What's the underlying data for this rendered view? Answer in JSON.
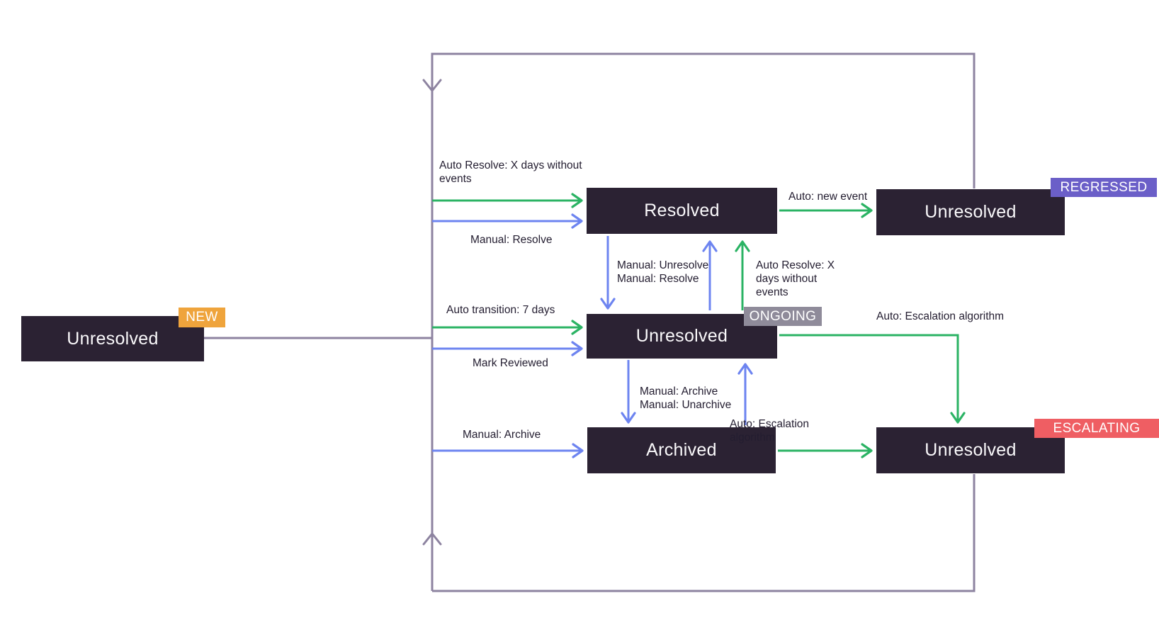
{
  "colors": {
    "state_box": "#2b2233",
    "state_text": "#faf9fb",
    "auto_arrow_green": "#2bb364",
    "manual_arrow_blue": "#6d84f0",
    "loop_line_purple": "#8d83a0",
    "label_text": "#231d30",
    "badge_new": "#efa43c",
    "badge_ongoing": "#8f8b9a",
    "badge_regressed": "#6b5fc8",
    "badge_escalating": "#ef5e63"
  },
  "states": {
    "new": {
      "label": "Unresolved",
      "badge": "NEW"
    },
    "resolved": {
      "label": "Resolved"
    },
    "ongoing": {
      "label": "Unresolved",
      "badge": "ONGOING"
    },
    "archived": {
      "label": "Archived"
    },
    "regressed": {
      "label": "Unresolved",
      "badge": "REGRESSED"
    },
    "escalating": {
      "label": "Unresolved",
      "badge": "ESCALATING"
    }
  },
  "transitions": {
    "auto_resolve_to_resolved": "Auto Resolve: X days without\nevents",
    "manual_resolve_to_resolved": "Manual: Resolve",
    "auto_new_event": "Auto: new event",
    "manual_unresolve_resolve": "Manual: Unresolve\nManual: Resolve",
    "auto_resolve_from_ongoing": "Auto Resolve: X\ndays without\nevents",
    "auto_transition_7_days": "Auto transition: 7 days",
    "mark_reviewed": "Mark Reviewed",
    "auto_escalation_from_ongoing": "Auto: Escalation algorithm",
    "manual_archive_unarchive": "Manual: Archive\nManual: Unarchive",
    "manual_archive_to_archived": "Manual: Archive",
    "auto_escalation_from_archived": "Auto: Escalation\nalgorithm"
  }
}
